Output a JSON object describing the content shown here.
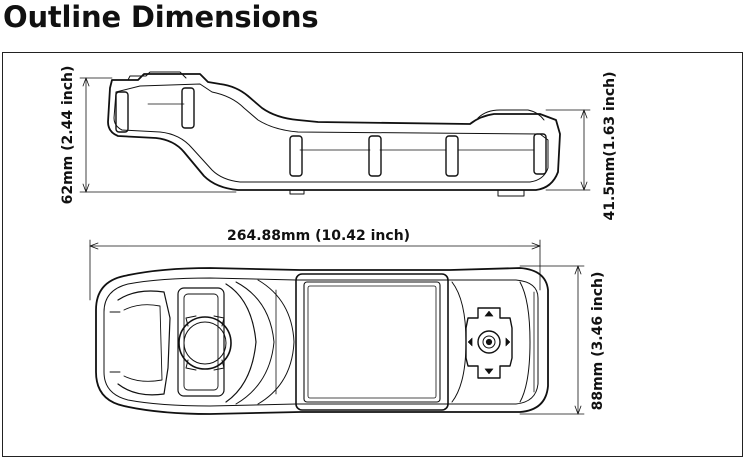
{
  "title": "Outline Dimensions",
  "dimensions": {
    "side_height": "62mm (2.44 inch)",
    "side_right_height": "41.5mm(1.63 inch)",
    "top_length": "264.88mm (10.42 inch)",
    "top_width": "88mm (3.46 inch)"
  }
}
